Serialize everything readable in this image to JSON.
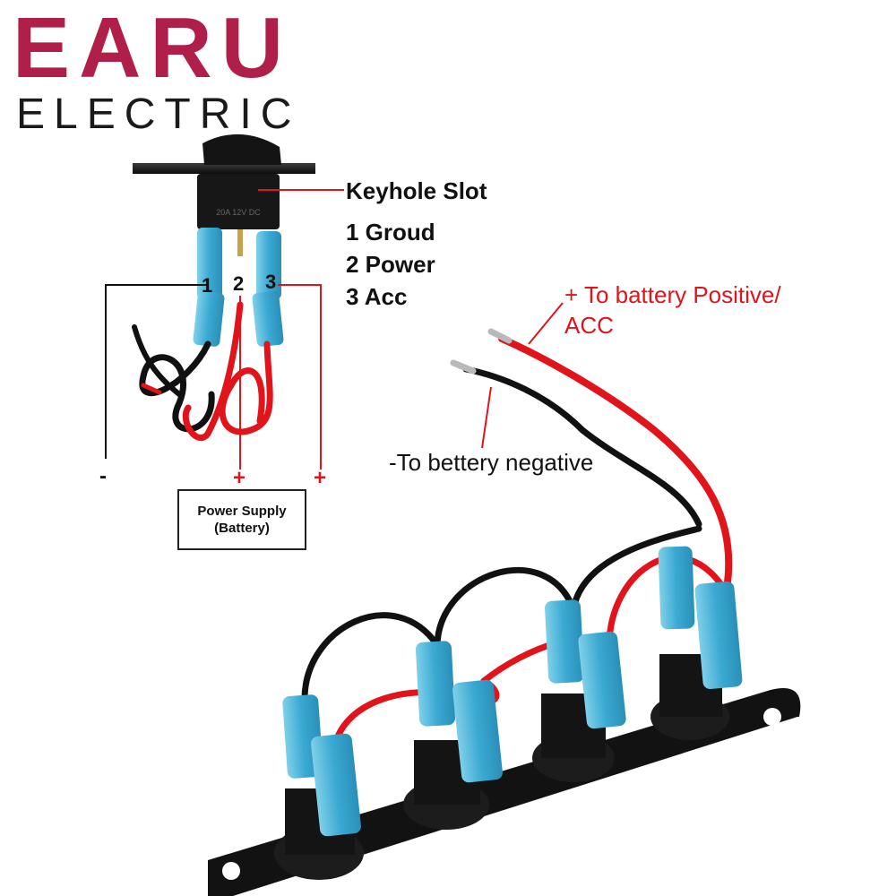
{
  "brand": {
    "name": "EARU",
    "subtitle": "ELECTRIC",
    "accent_color": "#b01e4a",
    "text_color": "#1a1a1a"
  },
  "switch_diagram": {
    "keyhole_label": "Keyhole Slot",
    "legend": [
      "1 Groud",
      "2 Power",
      "3 Acc"
    ],
    "pin_numbers": [
      "1",
      "2",
      "3"
    ],
    "switch_marking": "20A 12V DC",
    "negative_sign": "-",
    "positive_sign_1": "+",
    "positive_sign_2": "+",
    "power_supply_line1": "Power Supply",
    "power_supply_line2": "(Battery)"
  },
  "wiring_notes": {
    "positive_line1": "+ To battery Positive/",
    "positive_line2": "ACC",
    "negative": "-To bettery negative"
  },
  "colors": {
    "positive_wire": "#e0141a",
    "negative_wire": "#111111",
    "connector": "#4fb6d8",
    "panel": "#111111"
  },
  "panel": {
    "switch_count": 4
  }
}
